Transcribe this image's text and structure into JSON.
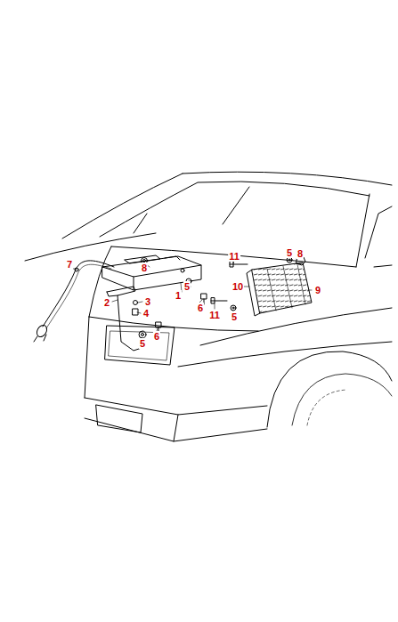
{
  "diagram": {
    "labels": [
      "7",
      "8",
      "11",
      "5",
      "8",
      "1",
      "5",
      "10",
      "9",
      "2",
      "3",
      "6",
      "11",
      "4",
      "5",
      "6",
      "5"
    ]
  }
}
